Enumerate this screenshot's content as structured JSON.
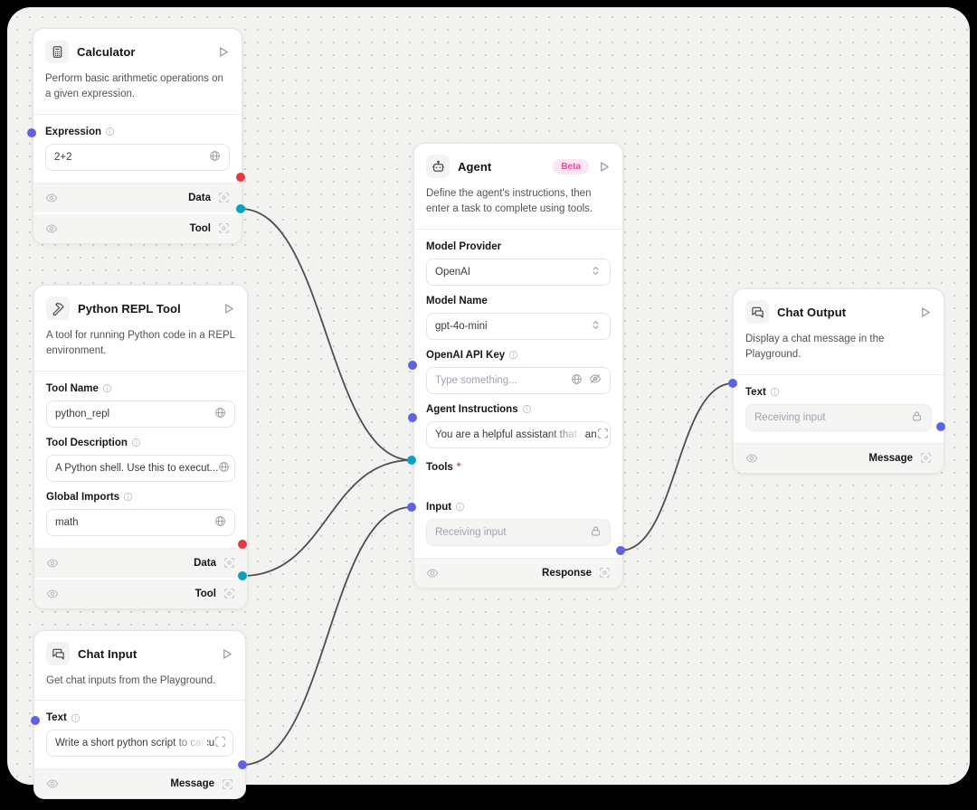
{
  "colors": {
    "handle_purple": "#5f63e2",
    "handle_teal": "#09a0c2",
    "handle_red": "#e5393c",
    "edge": "#4d4d4d",
    "beta_badge_bg": "#fce7f1",
    "beta_badge_text": "#ec4899",
    "canvas_bg": "#f2f2f0"
  },
  "calculator": {
    "title": "Calculator",
    "description": "Perform basic arithmetic operations on a given expression.",
    "fields": {
      "expression": {
        "label": "Expression",
        "value": "2+2"
      }
    },
    "outputs": {
      "data": {
        "label": "Data"
      },
      "tool": {
        "label": "Tool"
      }
    }
  },
  "python_repl": {
    "title": "Python REPL Tool",
    "description": "A tool for running Python code in a REPL environment.",
    "fields": {
      "tool_name": {
        "label": "Tool Name",
        "value": "python_repl"
      },
      "tool_description": {
        "label": "Tool Description",
        "value": "A Python shell. Use this to execut..."
      },
      "global_imports": {
        "label": "Global Imports",
        "value": "math"
      }
    },
    "outputs": {
      "data": {
        "label": "Data"
      },
      "tool": {
        "label": "Tool"
      }
    }
  },
  "chat_input": {
    "title": "Chat Input",
    "description": "Get chat inputs from the Playground.",
    "fields": {
      "text": {
        "label": "Text",
        "value": "Write a short python script to calcu"
      }
    },
    "outputs": {
      "message": {
        "label": "Message"
      }
    }
  },
  "agent": {
    "title": "Agent",
    "badge": "Beta",
    "description": "Define the agent's instructions, then enter a task to complete using tools.",
    "fields": {
      "model_provider": {
        "label": "Model Provider",
        "value": "OpenAI"
      },
      "model_name": {
        "label": "Model Name",
        "value": "gpt-4o-mini"
      },
      "api_key": {
        "label": "OpenAI API Key",
        "placeholder": "Type something..."
      },
      "instructions": {
        "label": "Agent Instructions",
        "value": "You are a helpful assistant that can"
      },
      "tools": {
        "label": "Tools",
        "required": "*"
      },
      "input": {
        "label": "Input",
        "placeholder": "Receiving input"
      }
    },
    "outputs": {
      "response": {
        "label": "Response"
      }
    }
  },
  "chat_output": {
    "title": "Chat Output",
    "description": "Display a chat message in the Playground.",
    "fields": {
      "text": {
        "label": "Text",
        "placeholder": "Receiving input"
      }
    },
    "outputs": {
      "message": {
        "label": "Message"
      }
    }
  }
}
